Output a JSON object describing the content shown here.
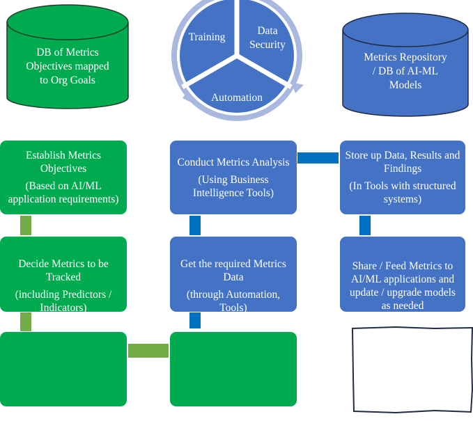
{
  "colors": {
    "green": "#00ab4f",
    "blue": "#4472c4",
    "connector_green": "#70ad47",
    "connector_blue": "#0070c0",
    "cycle_arrow": "#a9b8de",
    "outline": "#1f3864"
  },
  "databases": {
    "left": {
      "lines": [
        "DB of Metrics",
        "Objectives mapped",
        "to Org Goals"
      ]
    },
    "right": {
      "lines": [
        "Metrics Repository",
        "/ DB of AI-ML",
        "Models"
      ]
    }
  },
  "cycle": {
    "segments": [
      {
        "label_lines": [
          "Training"
        ]
      },
      {
        "label_lines": [
          "Data",
          "Security"
        ]
      },
      {
        "label_lines": [
          "Automation"
        ]
      }
    ]
  },
  "steps": {
    "establish": {
      "title": "Establish Metrics Objectives",
      "detail": "(Based on AI/ML application requirements)"
    },
    "decide": {
      "title": "Decide Metrics to be Tracked",
      "detail": "(including Predictors / Indicators)"
    },
    "get_data": {
      "title": "Get the required Metrics Data",
      "detail": "(through Automation, Tools)"
    },
    "analyze": {
      "title": "Conduct Metrics Analysis",
      "detail": "(Using Business Intelligence Tools)"
    },
    "store": {
      "title": "Store up Data, Results and Findings",
      "detail": "(In Tools with structured systems)"
    },
    "share": {
      "title": "Share / Feed Metrics to AI/ML applications and update / upgrade models as needed",
      "detail": ""
    }
  }
}
